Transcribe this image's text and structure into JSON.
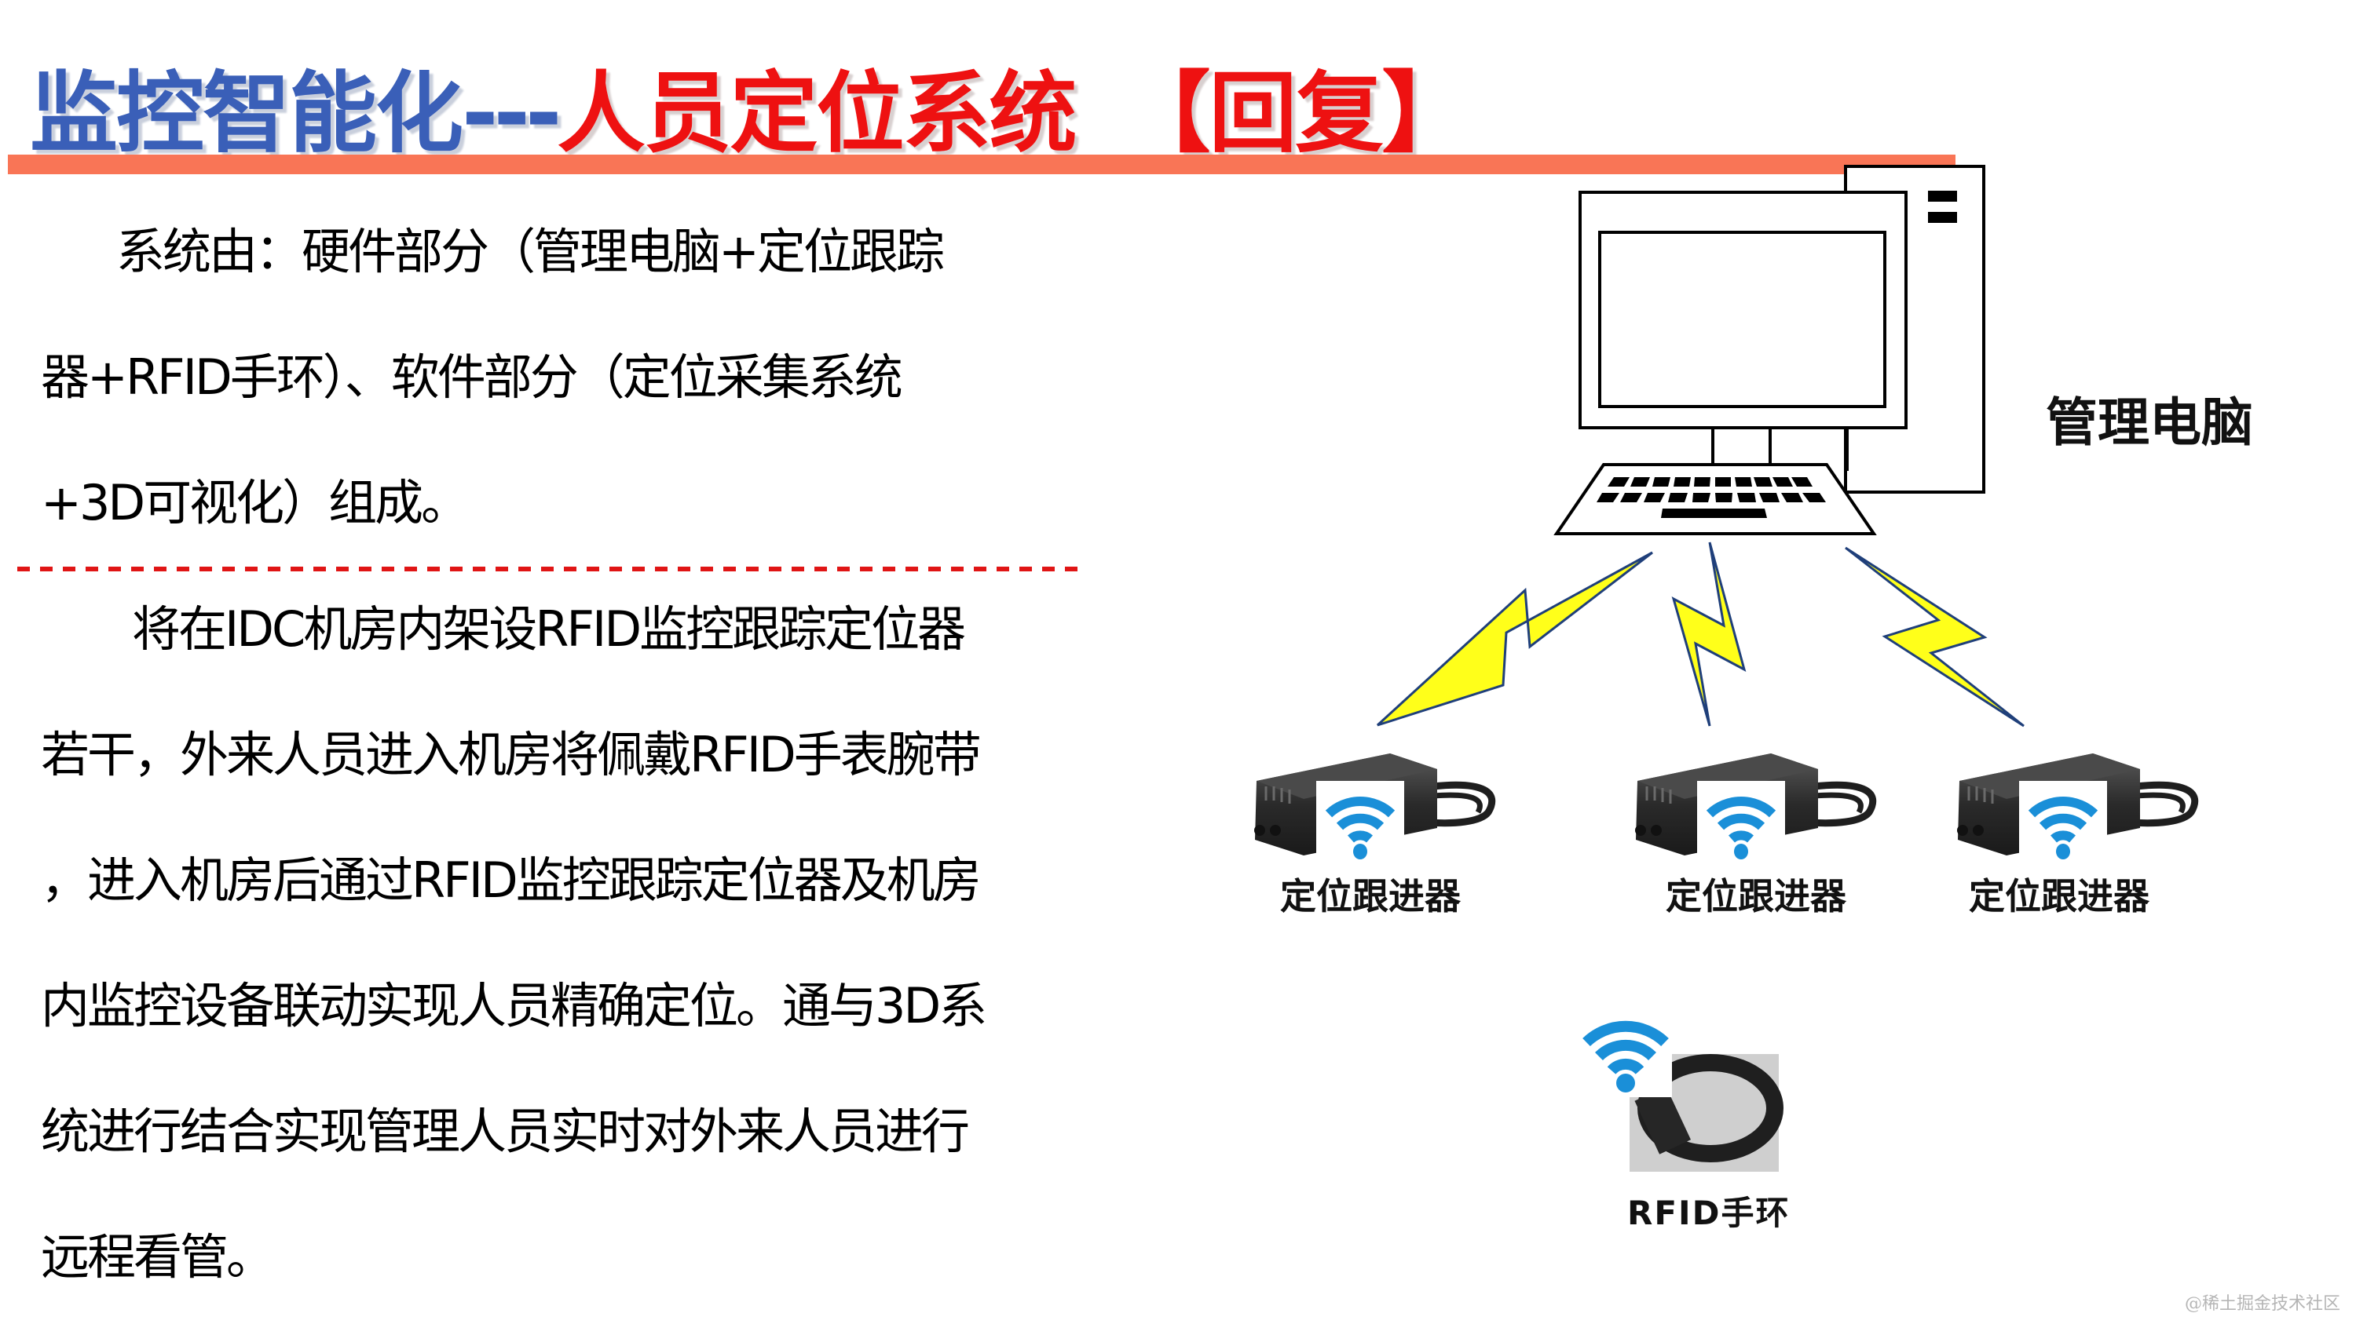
{
  "slide": {
    "title": {
      "part1": "监控智能化",
      "separator": "---",
      "part2": "人员定位系统",
      "part3": "【回复】"
    },
    "paragraph1": {
      "lines": [
        "系统由：硬件部分（管理电脑+定位跟踪",
        "器+RFID手环）、软件部分（定位采集系统",
        "+3D可视化）组成。"
      ]
    },
    "paragraph2": {
      "lines": [
        "将在IDC机房内架设RFID监控跟踪定位器",
        "若干，外来人员进入机房将佩戴RFID手表腕带",
        "，进入机房后通过RFID监控跟踪定位器及机房",
        "内监控设备联动实现人员精确定位。通与3D系",
        "统进行结合实现管理人员实时对外来人员进行",
        "远程看管。"
      ]
    },
    "diagram": {
      "computer_label": "管理电脑",
      "trackers": [
        {
          "label": "定位跟进器",
          "icon": "wifi-icon"
        },
        {
          "label": "定位跟进器",
          "icon": "wifi-icon"
        },
        {
          "label": "定位跟进器",
          "icon": "wifi-icon"
        }
      ],
      "wristband_label": "RFID手环",
      "signal_icon": "lightning-bolt-icon"
    },
    "watermark": "@稀土掘金技术社区",
    "colors": {
      "title_blue": "#3a5fb8",
      "title_red": "#ee1111",
      "accent_bar": "#f97556",
      "divider_red": "#e01515",
      "bolt_fill": "#ffff1a",
      "bolt_stroke": "#1f3f7a",
      "wifi_blue": "#1a8fd8"
    }
  }
}
